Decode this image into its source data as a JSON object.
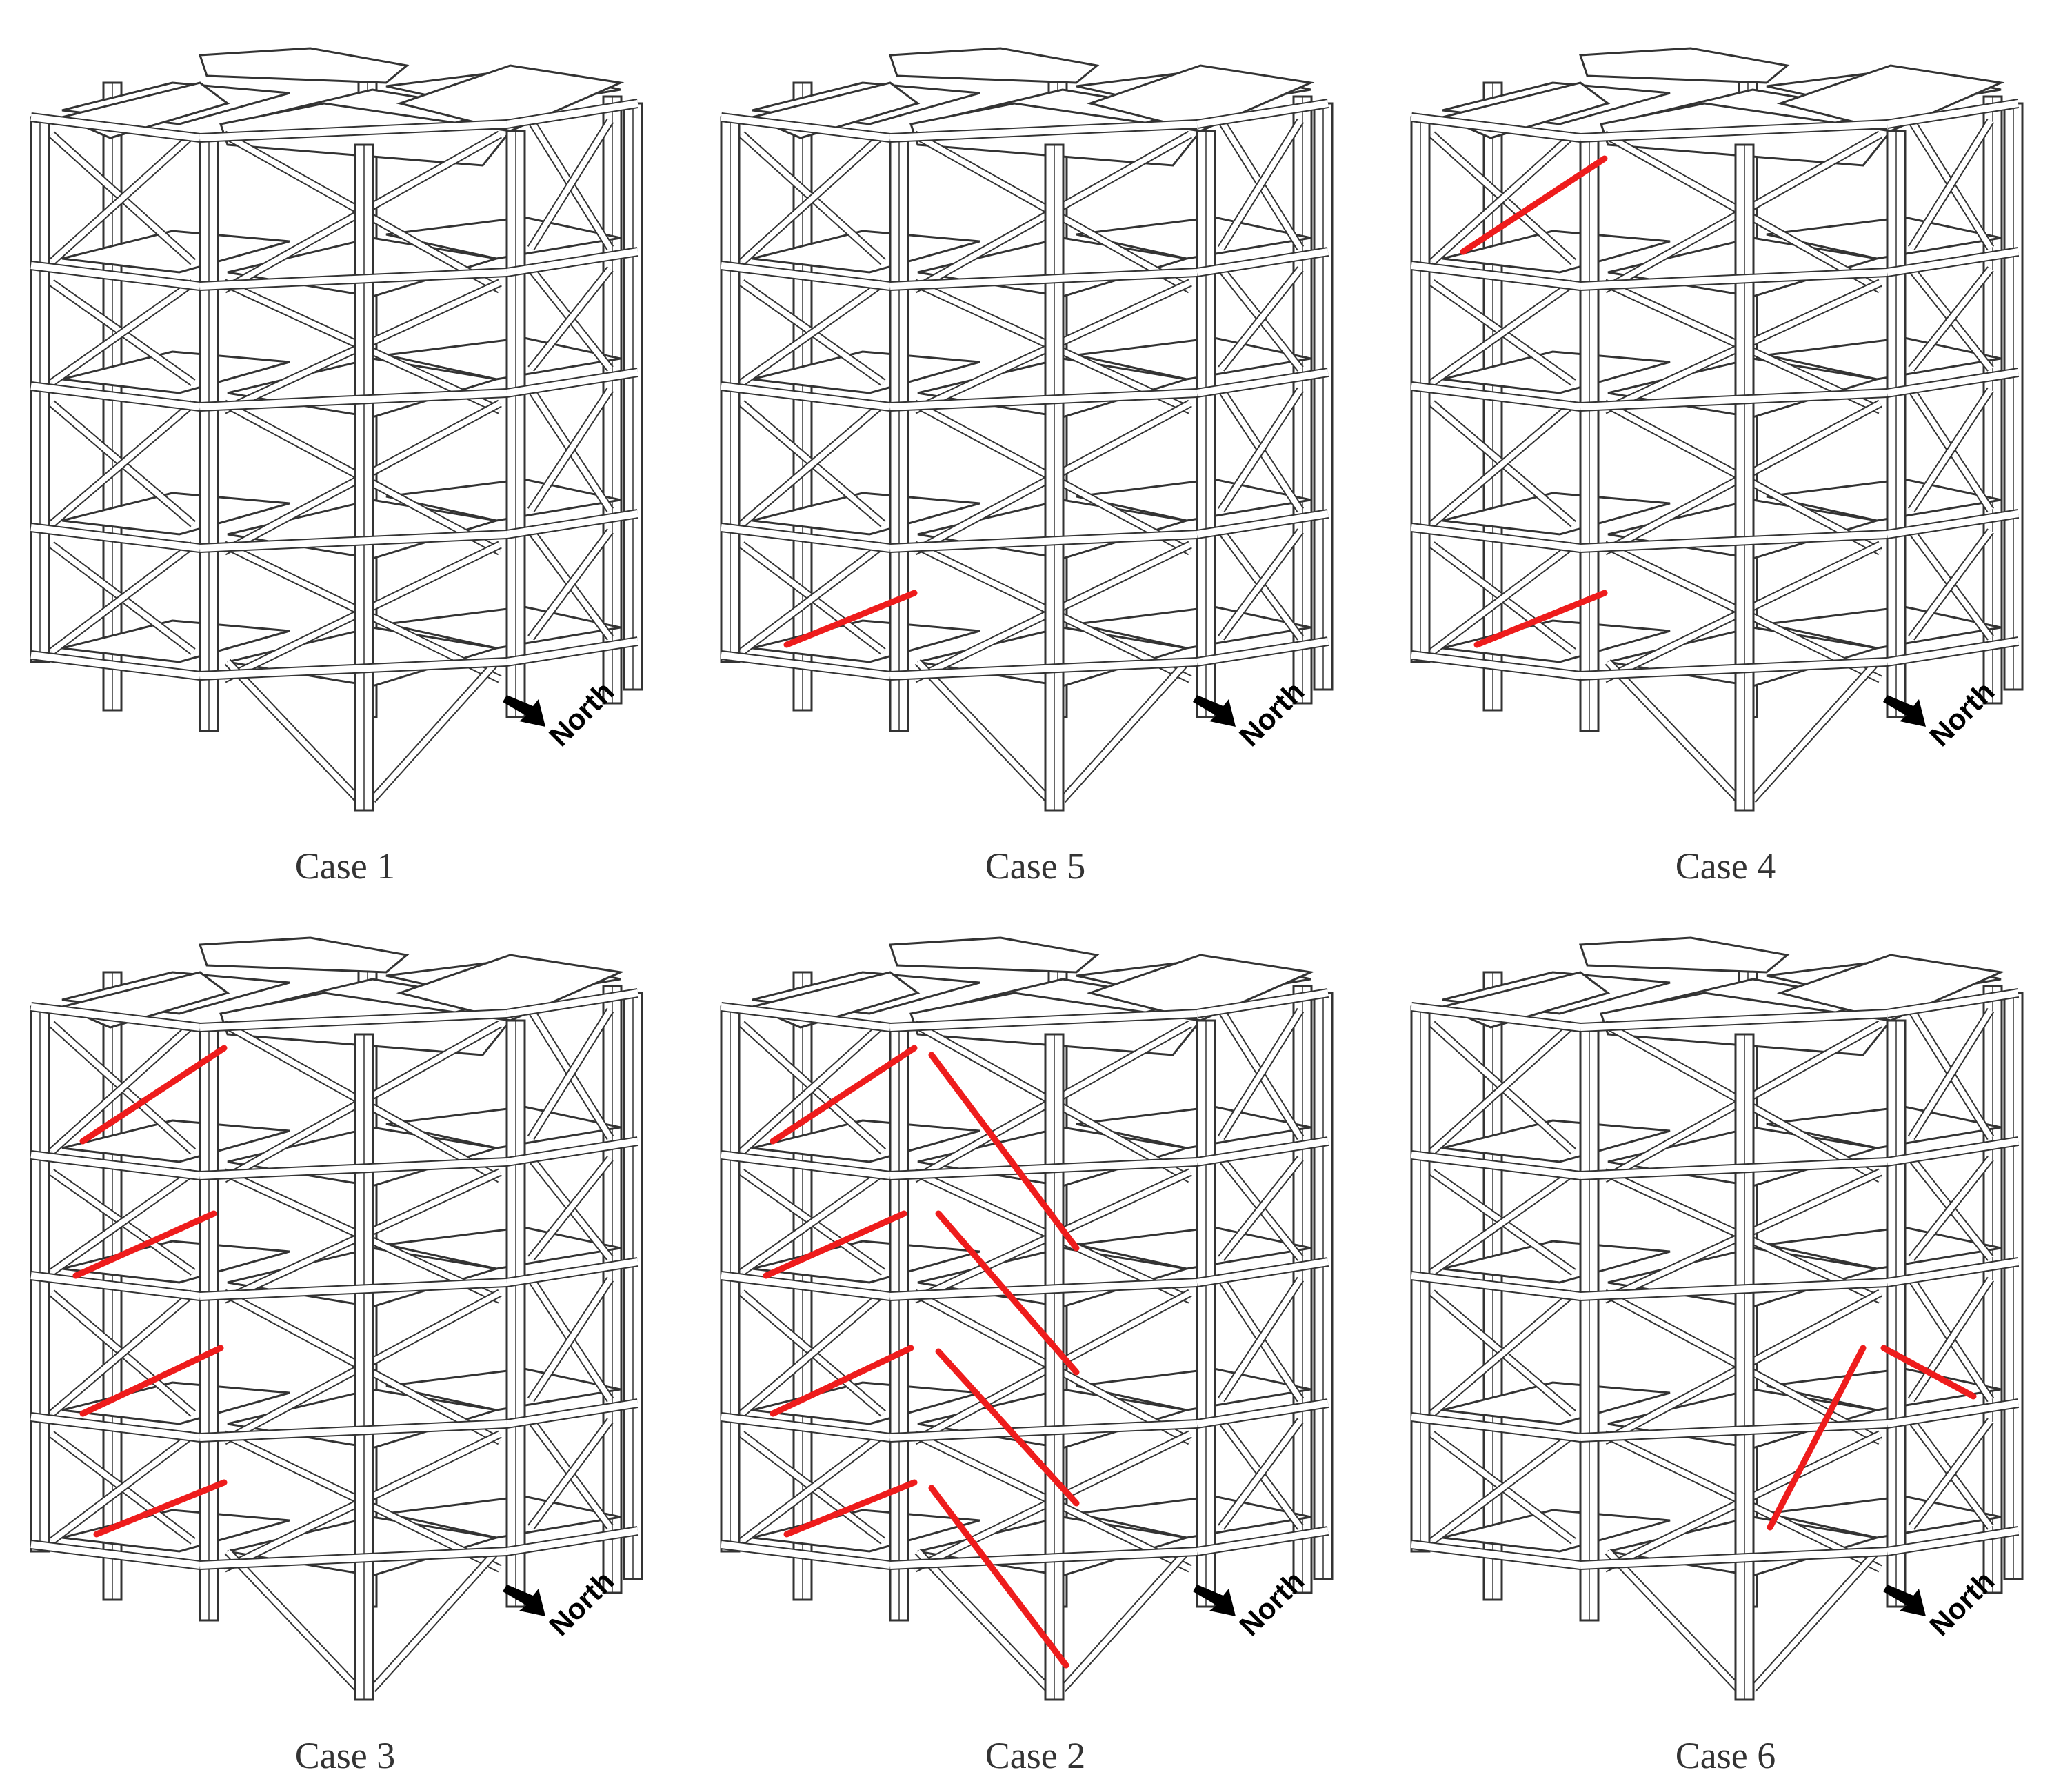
{
  "colors": {
    "frame_fill": "#ffffff",
    "frame_edge": "#333333",
    "highlight": "#ee1c1c"
  },
  "compass": {
    "label": "North",
    "icon": "arrow-icon"
  },
  "panels": [
    {
      "caption": "Case 1",
      "highlighted": []
    },
    {
      "caption": "Case 5",
      "highlighted": [
        "a1"
      ]
    },
    {
      "caption": "Case 4",
      "highlighted": [
        "a1",
        "a4"
      ]
    },
    {
      "caption": "Case 3",
      "highlighted": [
        "a1",
        "a2",
        "a3",
        "a4"
      ]
    },
    {
      "caption": "Case 2",
      "highlighted": [
        "a1",
        "a2",
        "a3",
        "a4",
        "b1",
        "b2",
        "b3",
        "b4"
      ]
    },
    {
      "caption": "Case 6",
      "highlighted": [
        "c1",
        "d1"
      ]
    }
  ]
}
